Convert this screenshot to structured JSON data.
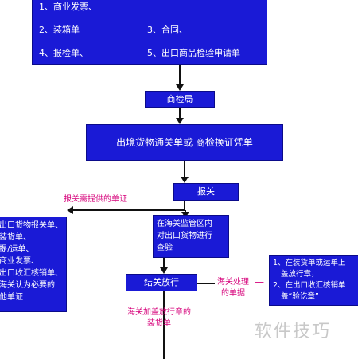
{
  "colors": {
    "box": "#1a1ad6",
    "note": "#d6007a"
  },
  "top_box": {
    "item1": "1、商业发票、",
    "item2": "2、装箱单",
    "item3": "3、合同、",
    "item4": "4、报检单、",
    "item5": "5、出口商品检验申请单"
  },
  "inspection_bureau": "商检局",
  "certificate_box": "出境货物通关单或 商检换证凭单",
  "declare_box": "报关",
  "declare_note": "报关需提供的单证",
  "left_docs": [
    "出口货物报关单、",
    "装货单、",
    "提/运单、",
    "商业发票、",
    "出口收汇核销单、",
    "海关认为必要的",
    "他单证"
  ],
  "supervision_box": [
    "在海关监管区内",
    "对出口货物进行",
    "查验"
  ],
  "release_box": "结关放行",
  "customs_note": [
    "海关处理",
    "的单据"
  ],
  "customs_dash": "—",
  "right_docs": [
    "1、在装货单或运单上",
    "盖放行章，",
    "2、在出口收汇核销单",
    "盖“验讫章”"
  ],
  "stamp_note": [
    "海关加盖放行章的",
    "装货单"
  ],
  "watermark": "软件技巧"
}
